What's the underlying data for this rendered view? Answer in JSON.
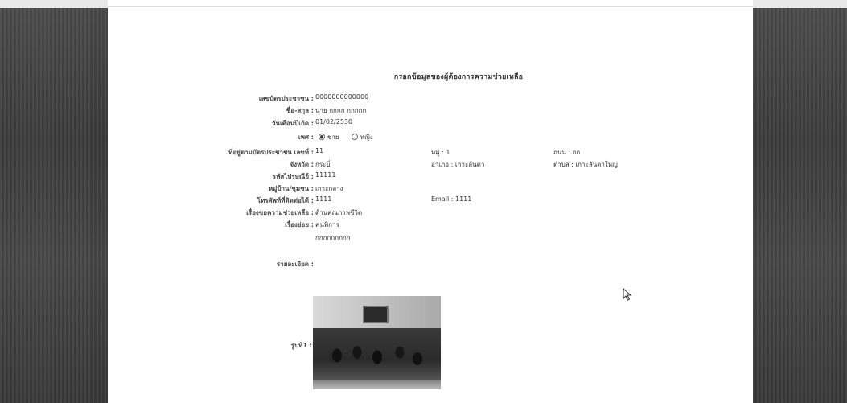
{
  "form": {
    "title": "กรอกข้อมูลของผู้ต้องการความช่วยเหลือ",
    "id_label": "เลขบัตรประชาชน :",
    "id_value": "0000000000000",
    "name_label": "ชื่อ-สกุล :",
    "name_value": "นาย    กกกก กกกกก",
    "dob_label": "วันเดือนปีเกิด :",
    "dob_value": "01/02/2530",
    "gender_label": "เพศ :",
    "gender_male": "ชาย",
    "gender_female": "หญิง",
    "address_label": "ที่อยู่ตามบัตรประชาชน เลขที่ :",
    "address_value": "11",
    "moo_value": "หมู่ : 1",
    "road_value": "ถนน : กก",
    "province_label": "จังหวัด :",
    "province_value": "กระบี่",
    "district_value": "อำเภอ : เกาะลันตา",
    "subdistrict_value": "ตำบล : เกาะลันตาใหญ่",
    "postcode_label": "รหัสไปรษณีย์ :",
    "postcode_value": "11111",
    "village_label": "หมู่บ้าน/ชุมชน :",
    "village_value": "เกาะกลาง",
    "phone_label": "โทรศัพท์ที่ติดต่อได้ :",
    "phone_value": "1111",
    "email_value": "Email : 1111",
    "request_label": "เรื่องขอความช่วยเหลือ :",
    "request_value": "ด้านคุณภาพชีวิต",
    "subject_label": "เรื่องย่อย :",
    "subject_value_1": "คนพิการ",
    "subject_value_2": "กกกกกกกกก",
    "detail_label": "รายละเอียด :",
    "photo_label": "รูปที่1 :"
  }
}
